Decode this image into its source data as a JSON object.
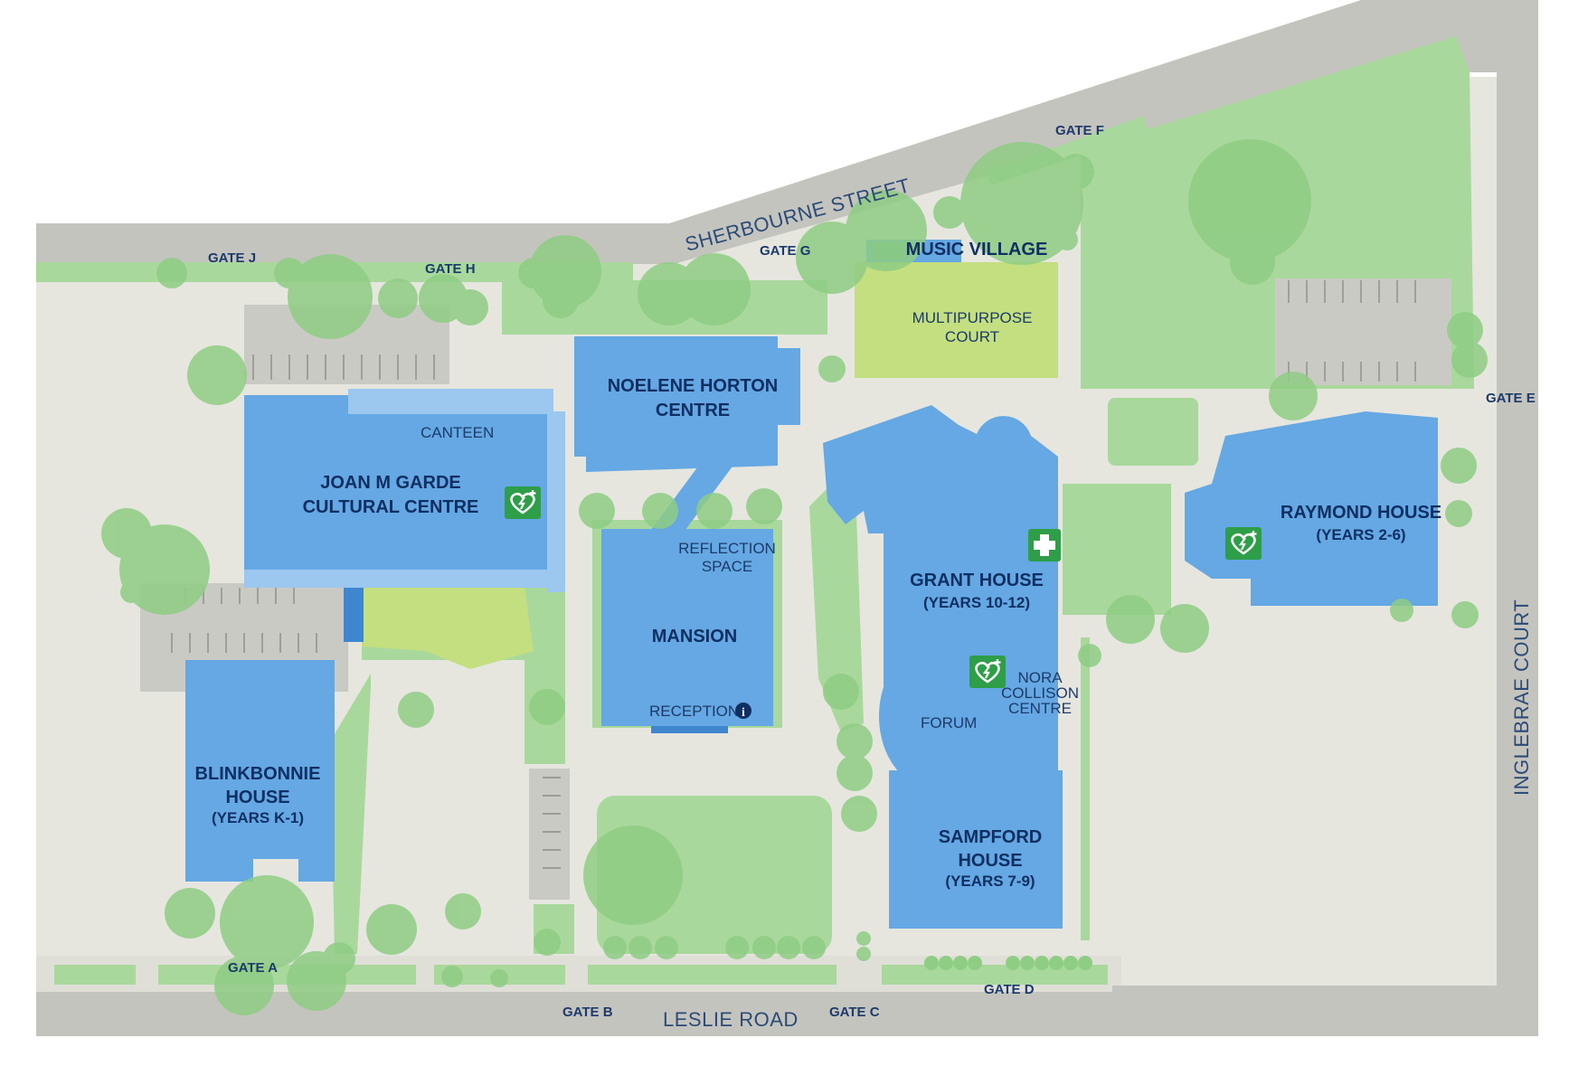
{
  "colors": {
    "road": "#c4c4be",
    "path": "#e6e6df",
    "lawn": "#a9d89c",
    "tree": "#8fcd84",
    "court": "#c4df7f",
    "building": "#65a8e3",
    "building_light": "#9cc7ef",
    "parking": "#cacac4",
    "aed": "#2e9e48"
  },
  "roads": {
    "sherbourne": "SHERBOURNE STREET",
    "leslie": "LESLIE ROAD",
    "inglebrae": "INGLEBRAE COURT"
  },
  "gates": {
    "a": "GATE A",
    "b": "GATE B",
    "c": "GATE C",
    "d": "GATE D",
    "e": "GATE E",
    "f": "GATE F",
    "g": "GATE G",
    "h": "GATE H",
    "j": "GATE J"
  },
  "buildings": {
    "joan_line1": "JOAN M GARDE",
    "joan_line2": "CULTURAL CENTRE",
    "canteen": "CANTEEN",
    "noelene_line1": "NOELENE HORTON",
    "noelene_line2": "CENTRE",
    "mansion": "MANSION",
    "reflection_line1": "REFLECTION",
    "reflection_line2": "SPACE",
    "reception": "RECEPTION",
    "grant_line1": "GRANT HOUSE",
    "grant_line2": "(YEARS 10-12)",
    "nora_line1": "NORA",
    "nora_line2": "COLLISON",
    "nora_line3": "CENTRE",
    "forum": "FORUM",
    "sampford_line1": "SAMPFORD",
    "sampford_line2": "HOUSE",
    "sampford_line3": "(YEARS 7-9)",
    "raymond_line1": "RAYMOND HOUSE",
    "raymond_line2": "(YEARS 2-6)",
    "blinkbonnie_line1": "BLINKBONNIE",
    "blinkbonnie_line2": "HOUSE",
    "blinkbonnie_line3": "(YEARS K-1)",
    "music_village": "MUSIC VILLAGE",
    "multipurpose_line1": "MULTIPURPOSE",
    "multipurpose_line2": "COURT"
  },
  "icons": {
    "aed": "aed-heart-icon",
    "first_aid": "first-aid-cross-icon",
    "info": "info-icon"
  }
}
